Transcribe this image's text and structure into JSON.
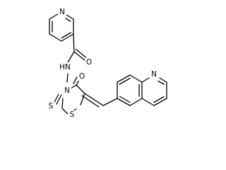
{
  "structure": {
    "atoms": {
      "n_pyridine": "N",
      "o_amide": "O",
      "nh_amide": "HN",
      "n_ring": "N",
      "o_ring": "O",
      "s_thione": "S",
      "s_ring": "S",
      "n_quinoline": "N"
    }
  }
}
